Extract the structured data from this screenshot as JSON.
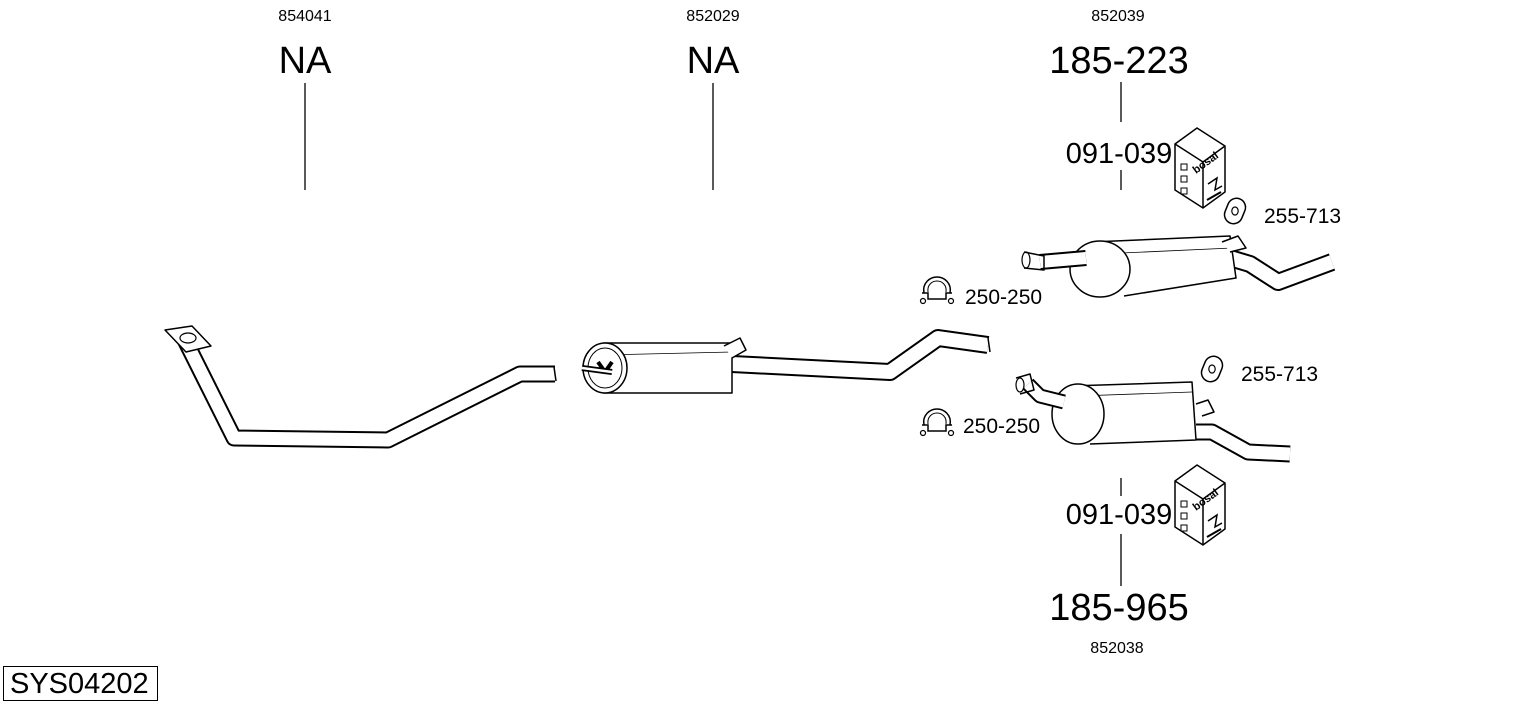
{
  "system_code": "SYS04202",
  "parts": [
    {
      "oem": "854041",
      "part_no": "NA"
    },
    {
      "oem": "852029",
      "part_no": "NA"
    },
    {
      "oem": "852039",
      "part_no": "185-223",
      "kit": "091-039"
    },
    {
      "oem": "852038",
      "part_no": "185-965",
      "kit": "091-039"
    }
  ],
  "accessories": {
    "clamp_upper": "250-250",
    "clamp_lower": "250-250",
    "hanger_upper": "255-713",
    "hanger_lower": "255-713"
  },
  "box_brand": "bosal"
}
